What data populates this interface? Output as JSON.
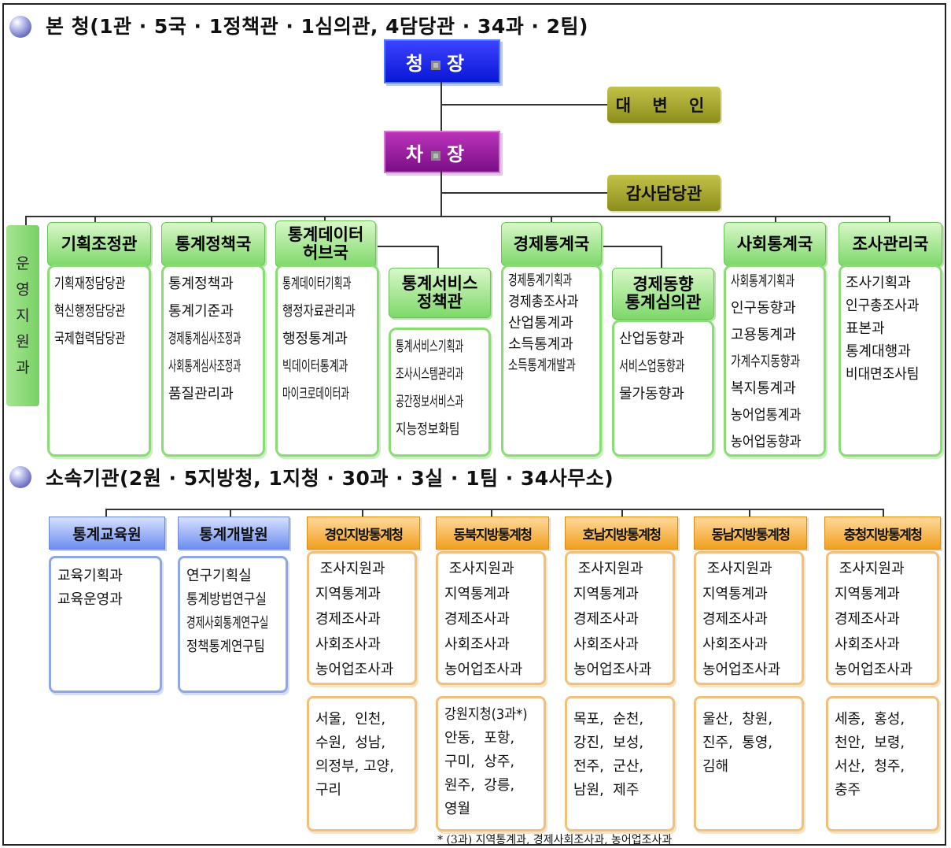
{
  "headquarters_title": "본  청(1관 · 5국 · 1정책관 · 1심의관, 4담당관 · 34과 · 2팀)",
  "commissioner": "청 장",
  "spokesperson": "대 변 인",
  "vice_commissioner": "차 장",
  "audit_officer": "감사담당관",
  "operations_support": [
    "운",
    "영",
    "지",
    "원",
    "과"
  ],
  "bureaus": [
    {
      "title": "기획조정관",
      "items": [
        "기획재정담당관",
        "혁신행정담당관",
        "국제협력담당관"
      ]
    },
    {
      "title": "통계정책국",
      "items": [
        "통계정책과",
        "통계기준과",
        "경제통계심사조정과",
        "사회통계심사조정과",
        "품질관리과"
      ]
    },
    {
      "title": "통계데이터\n허브국",
      "items": [
        "통계데이터기획과",
        "행정자료관리과",
        "행정통계과",
        "빅데이터통계과",
        "마이크로데이터과"
      ]
    },
    {
      "title": "통계서비스\n정책관",
      "items": [
        "통계서비스기획과",
        "조사시스템관리과",
        "공간정보서비스과",
        "지능정보화팀"
      ]
    },
    {
      "title": "경제통계국",
      "items": [
        "경제통계기획과",
        "경제총조사과",
        "산업통계과",
        "소득통계과",
        "소득통계개발과"
      ]
    },
    {
      "title": "경제동향\n통계심의관",
      "items": [
        "산업동향과",
        "서비스업동향과",
        "물가동향과"
      ]
    },
    {
      "title": "사회통계국",
      "items": [
        "사회통계기획과",
        "인구동향과",
        "고용통계과",
        "가계수지동향과",
        "복지통계과",
        "농어업통계과",
        "농어업동향과"
      ]
    },
    {
      "title": "조사관리국",
      "items": [
        "조사기획과",
        "인구총조사과",
        "표본과",
        "통계대행과",
        "비대면조사팀"
      ]
    }
  ],
  "affiliated_title": "소속기관(2원 · 5지방청, 1지청 · 30과 · 3실 · 1팀 ·  34사무소)",
  "institutes": [
    {
      "title": "통계교육원",
      "items": [
        "교육기획과",
        "교육운영과"
      ]
    },
    {
      "title": "통계개발원",
      "items": [
        "연구기획실",
        "통계방법연구실",
        "경제사회통계연구실",
        "정책통계연구팀"
      ]
    }
  ],
  "regional_offices": [
    {
      "title": "경인지방통계청",
      "items": [
        "조사지원과",
        "지역통계과",
        "경제조사과",
        "사회조사과",
        "농어업조사과"
      ],
      "cities": [
        "서울,  인천,",
        "수원,  성남,",
        "의정부, 고양,",
        "구리"
      ]
    },
    {
      "title": "동북지방통계청",
      "items": [
        "조사지원과",
        "지역통계과",
        "경제조사과",
        "사회조사과",
        "농어업조사과"
      ],
      "cities": [
        "강원지청(3과*)",
        "안동,  포항,",
        "구미,  상주,",
        "원주,  강릉,",
        "영월"
      ]
    },
    {
      "title": "호남지방통계청",
      "items": [
        "조사지원과",
        "지역통계과",
        "경제조사과",
        "사회조사과",
        "농어업조사과"
      ],
      "cities": [
        "목포,  순천,",
        "강진,  보성,",
        "전주,  군산,",
        "남원,  제주"
      ]
    },
    {
      "title": "동남지방통계청",
      "items": [
        "조사지원과",
        "지역통계과",
        "경제조사과",
        "사회조사과",
        "농어업조사과"
      ],
      "cities": [
        "울산,  창원,",
        "진주,  통영,",
        "김해"
      ]
    },
    {
      "title": "충청지방통계청",
      "items": [
        "조사지원과",
        "지역통계과",
        "경제조사과",
        "사회조사과",
        "농어업조사과"
      ],
      "cities": [
        "세종,  홍성,",
        "천안,  보령,",
        "서산,  청주,",
        "충주"
      ]
    }
  ],
  "footnote": "* (3과) 지역통계과, 경제사회조사과, 농어업조사과"
}
